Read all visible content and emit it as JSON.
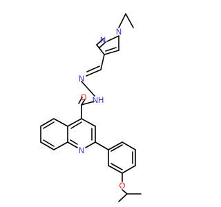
{
  "atoms": [
    {
      "id": "n1_pyrazole",
      "label": "N",
      "color": "#2a2ac8"
    },
    {
      "id": "n2_pyrazole",
      "label": "N",
      "color": "#2a2ac8"
    },
    {
      "id": "n_hydrazone",
      "label": "N",
      "color": "#2a2ac8"
    },
    {
      "id": "nh_amide",
      "label": "NH",
      "color": "#2a2ac8"
    },
    {
      "id": "o_carbonyl",
      "label": "O",
      "color": "#e02020"
    },
    {
      "id": "n_quinoline",
      "label": "N",
      "color": "#2a2ac8"
    },
    {
      "id": "o_ether",
      "label": "O",
      "color": "#e02020"
    }
  ]
}
